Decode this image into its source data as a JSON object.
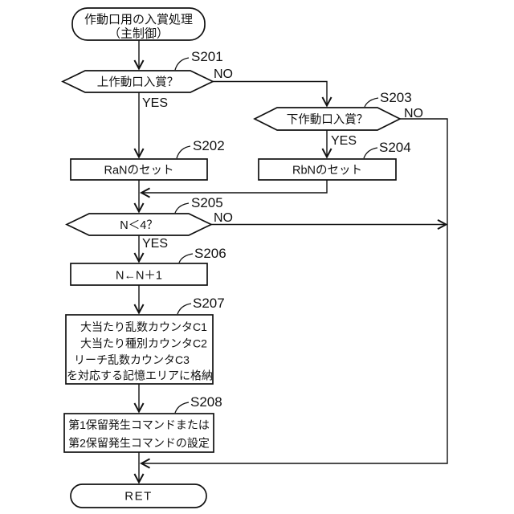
{
  "figure": {
    "colors": {
      "line": "#111111",
      "background": "#ffffff"
    },
    "start": {
      "line1": "作動口用の入賞処理",
      "line2": "（主制御）"
    },
    "steps": {
      "s201": {
        "tag": "S201",
        "label": "上作動口入賞？",
        "yes": "YES",
        "no": "NO"
      },
      "s202": {
        "tag": "S202",
        "label": "RaNのセット"
      },
      "s203": {
        "tag": "S203",
        "label": "下作動口入賞？",
        "yes": "YES",
        "no": "NO"
      },
      "s204": {
        "tag": "S204",
        "label": "RbNのセット"
      },
      "s205": {
        "tag": "S205",
        "label": "N＜4？",
        "yes": "YES",
        "no": "NO"
      },
      "s206": {
        "tag": "S206",
        "label": "N←N＋1"
      },
      "s207": {
        "tag": "S207",
        "line1": "大当たり乱数カウンタC1",
        "line2": "大当たり種別カウンタC2",
        "line3": "リーチ乱数カウンタC3",
        "line4": "を対応する記憶エリアに格納"
      },
      "s208": {
        "tag": "S208",
        "line1": "第1保留発生コマンドまたは",
        "line2": "第2保留発生コマンドの設定"
      }
    },
    "end": {
      "label": "RET"
    }
  }
}
